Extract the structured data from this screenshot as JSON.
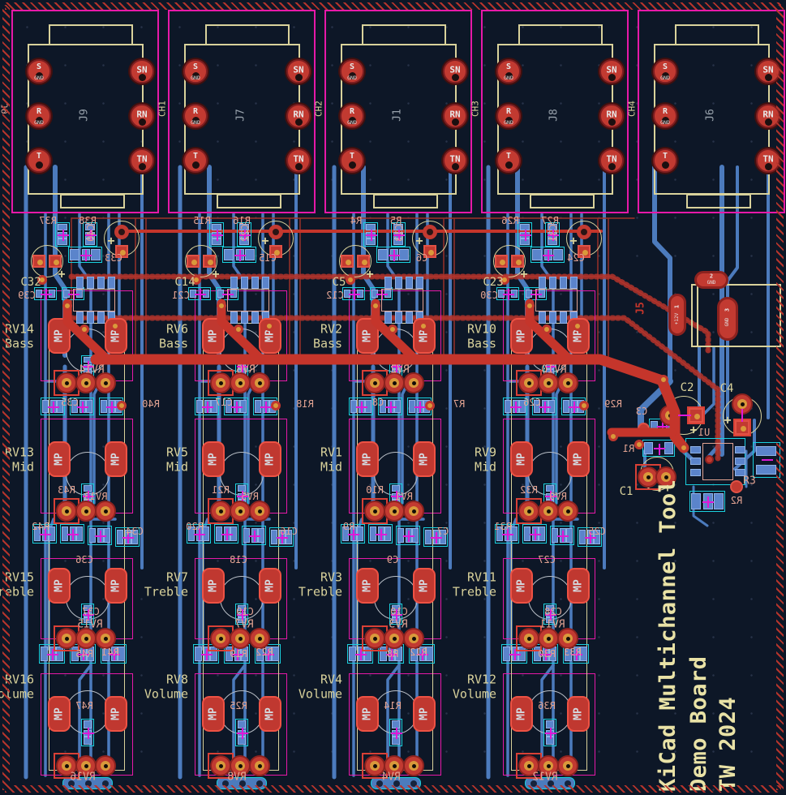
{
  "colors": {
    "background": "#0d1727",
    "board_edge": "#b5342c",
    "front_copper_red": "#c5352b",
    "back_copper_blue": "#4c7bbd",
    "front_silk_yellow": "#d9d29b",
    "back_silk_salmon": "#e2a392",
    "courtyard_magenta": "#e619a8",
    "courtyard_cyan": "#1ad0de",
    "pad_gold": "#d9993b",
    "fab_gray": "#97a1ab"
  },
  "title_block": {
    "lines": [
      "KiCad Multichannel Tool",
      "Demo Board",
      "TW 2024"
    ]
  },
  "connectors": {
    "items": [
      {
        "ref": "J9",
        "ch": "CH1",
        "back_ref": "J9"
      },
      {
        "ref": "J7",
        "ch": "CH2"
      },
      {
        "ref": "J1",
        "ch": "CH3"
      },
      {
        "ref": "J8",
        "ch": "CH4"
      },
      {
        "ref": "J6",
        "ch": ""
      }
    ],
    "pads": {
      "left": [
        {
          "t": "S",
          "b": "GND"
        },
        {
          "t": "R",
          "b": "GND"
        },
        {
          "t": "T",
          "b": ""
        }
      ],
      "right": [
        "SN",
        "RN",
        "TN"
      ]
    }
  },
  "strips": {
    "sections": [
      "Bass",
      "Mid",
      "Treble",
      "Volume"
    ],
    "items": [
      {
        "pots": {
          "bass": "RV14",
          "mid": "RV13",
          "treble": "RV15",
          "volume": "RV16"
        },
        "refs": {
          "r_top": [
            "R37",
            "R38"
          ],
          "c_elec": [
            "C40",
            "C33"
          ],
          "c_main": "C32",
          "c_mir": "C39",
          "c_bass": "C35",
          "r_bass": "R40",
          "r_mid": "R43",
          "r_mid2": "R42",
          "c_mid": "C34",
          "c_tre": "C36",
          "c_tre2": "C37",
          "r_bot": [
            "R45",
            "R41"
          ],
          "r_vol": "R47"
        }
      },
      {
        "pots": {
          "bass": "RV6",
          "mid": "RV5",
          "treble": "RV7",
          "volume": "RV8"
        },
        "refs": {
          "r_top": [
            "R15",
            "R16"
          ],
          "c_elec": [
            "C22",
            "C15"
          ],
          "c_main": "C14",
          "c_mir": "C21",
          "c_bass": "C17",
          "r_bass": "R18",
          "r_mid": "R21",
          "r_mid2": "R20",
          "c_mid": "C16",
          "c_tre": "C18",
          "c_tre2": "C19",
          "r_bot": [
            "R19",
            "R22"
          ],
          "r_vol": "R25"
        }
      },
      {
        "pots": {
          "bass": "RV2",
          "mid": "RV1",
          "treble": "RV3",
          "volume": "RV4"
        },
        "refs": {
          "r_top": [
            "R4",
            "R5"
          ],
          "c_elec": [
            "C13",
            "C6"
          ],
          "c_main": "C5",
          "c_mir": "C12",
          "c_bass": "C8",
          "r_bass": "R7",
          "r_mid": "R10",
          "r_mid2": "R9",
          "c_mid": "C7",
          "c_tre": "C9",
          "c_tre2": "C10",
          "r_bot": [
            "R8",
            "R12"
          ],
          "r_vol": "R14"
        }
      },
      {
        "pots": {
          "bass": "RV10",
          "mid": "RV9",
          "treble": "RV11",
          "volume": "RV12"
        },
        "refs": {
          "r_top": [
            "R26",
            "R27"
          ],
          "c_elec": [
            "C31",
            "C24"
          ],
          "c_main": "C23",
          "c_mir": "C30",
          "c_bass": "C26",
          "r_bass": "R29",
          "r_mid": "R32",
          "r_mid2": "R31",
          "c_mid": "C25",
          "c_tre": "C27",
          "c_tre2": "C28",
          "r_bot": [
            "R30",
            "R33"
          ],
          "r_vol": "R36"
        }
      }
    ]
  },
  "pot": {
    "pad_label": "MP",
    "plus": "+"
  },
  "power": {
    "ref": "J5",
    "pads": [
      {
        "num": "2",
        "net": "GND"
      },
      {
        "num": "1",
        "net": "+12V"
      },
      {
        "num": "3",
        "net": "GND"
      }
    ]
  },
  "right_refs": {
    "c2": "C2",
    "c4": "C4",
    "c3": "C3",
    "r1": "R1",
    "c1": "C1",
    "u1": "U1",
    "r3": "R3",
    "r2": "R2"
  }
}
